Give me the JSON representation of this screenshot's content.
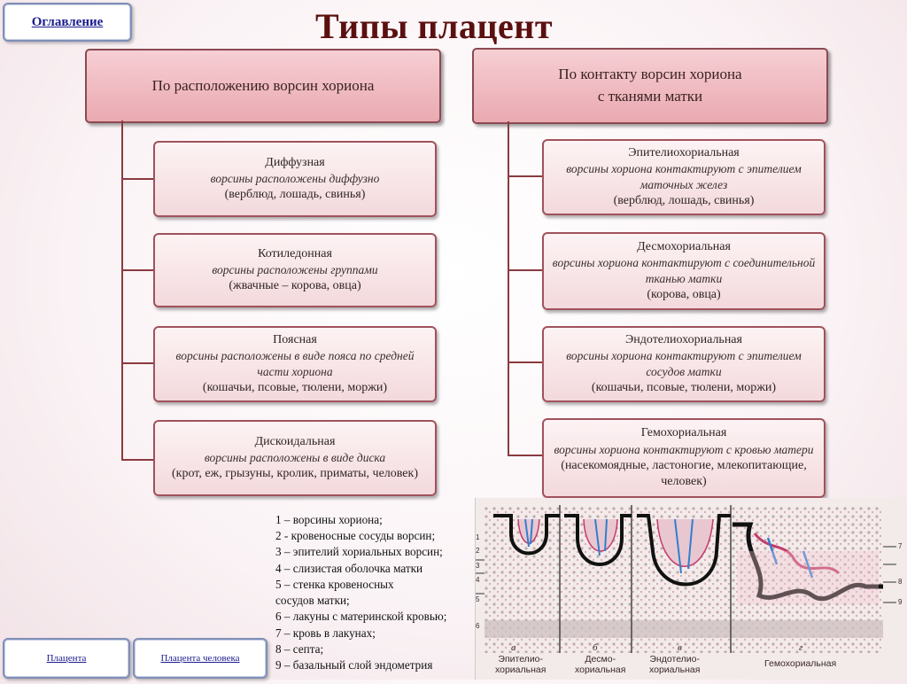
{
  "nav": {
    "toc_label": "Оглавление",
    "placenta_label": "Плацента",
    "human_placenta_label": "Плацента человека"
  },
  "title": "Типы плацент",
  "left": {
    "header": "По расположению ворсин хориона",
    "cards": [
      {
        "name": "Диффузная",
        "desc": "ворсины расположены диффузно",
        "examples": "(верблюд, лошадь, свинья)"
      },
      {
        "name": "Котиледонная",
        "desc": "ворсины расположены группами",
        "examples": "(жвачные – корова, овца)"
      },
      {
        "name": "Поясная",
        "desc": "ворсины расположены в виде пояса по средней части хориона",
        "examples": "(кошачьи, псовые, тюлени, моржи)"
      },
      {
        "name": "Дискоидальная",
        "desc": "ворсины расположены в виде диска",
        "examples": "(крот, еж, грызуны, кролик, приматы, человек)"
      }
    ]
  },
  "right": {
    "header_line1": "По контакту ворсин хориона",
    "header_line2": "с тканями матки",
    "cards": [
      {
        "name": "Эпителиохориальная",
        "desc": "ворсины хориона контактируют с эпителием маточных желез",
        "examples": "(верблюд, лошадь, свинья)"
      },
      {
        "name": "Десмохориальная",
        "desc": "ворсины хориона контактируют с соединительной тканью матки",
        "examples": "(корова, овца)"
      },
      {
        "name": "Эндотелиохориальная",
        "desc": "ворсины хориона контактируют с эпителием сосудов матки",
        "examples": "(кошачьи, псовые, тюлени, моржи)"
      },
      {
        "name": "Гемохориальная",
        "desc": "ворсины хориона контактируют с кровью матери",
        "examples": "(насекомоядные, ластоногие, млекопитающие, человек)"
      }
    ]
  },
  "legend": [
    "1 – ворсины хориона;",
    "2 - кровеносные сосуды ворсин;",
    "3 – эпителий хориальных ворсин;",
    "4 – слизистая оболочка матки",
    "5 –  стенка кровеносных",
    "сосудов матки;",
    "6 – лакуны с материнской кровью;",
    "7 – кровь в лакунах;",
    "8 – септа;",
    "9 – базальный слой эндометрия"
  ],
  "illustration": {
    "panel_letters": [
      "а",
      "б",
      "в",
      "г"
    ],
    "captions": [
      [
        "Эпителио-",
        "хориальная"
      ],
      [
        "Десмо-",
        "хориальная"
      ],
      [
        "Эндотелио-",
        "хориальная"
      ],
      [
        "Гемохориальная"
      ]
    ],
    "left_numbers": [
      "1",
      "2",
      "3",
      "4",
      "5",
      "6"
    ],
    "right_numbers": [
      "7",
      "8",
      "9"
    ]
  }
}
